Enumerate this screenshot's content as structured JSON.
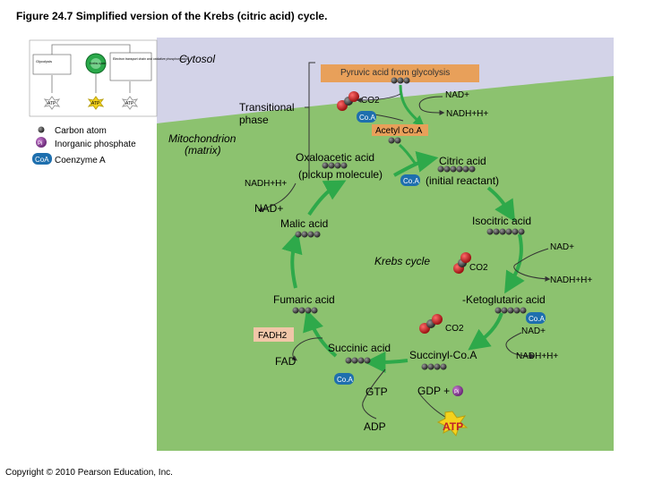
{
  "figure": {
    "title": "Figure 24.7 Simplified version of the Krebs (citric acid) cycle.",
    "copyright": "Copyright © 2010 Pearson Education, Inc."
  },
  "legend": {
    "carbon": "Carbon atom",
    "phosphate": "Inorganic phosphate",
    "coenzyme": "Coenzyme A",
    "pi_symbol": "Pi",
    "coa_symbol": "CoA"
  },
  "regions": {
    "cytosol": "Cytosol",
    "mito_line1": "Mitochondrion",
    "mito_line2": "(matrix)"
  },
  "transitional": {
    "line1": "Transitional",
    "line2": "phase",
    "pyruvic": "Pyruvic acid from glycolysis",
    "co2": "CO2",
    "nad": "NAD+",
    "nadh": "NADH+H+",
    "coa": "Co.A",
    "acetyl": "Acetyl Co.A"
  },
  "cycle": {
    "krebs": "Krebs cycle",
    "oxaloacetic": "Oxaloacetic acid",
    "pickup": "(pickup molecule)",
    "citric": "Citric acid",
    "initial": "(initial reactant)",
    "isocitric": "Isocitric acid",
    "malic": "Malic acid",
    "fumaric": "Fumaric acid",
    "ketoglutaric": "-Ketoglutaric acid",
    "succinic": "Succinic acid",
    "succinyl": "Succinyl-Co.A",
    "coa": "Co.A",
    "co2_a": "CO2",
    "co2_b": "CO2",
    "nadh_left": "NADH+H+",
    "nad_left": "NAD+",
    "nad_r1": "NAD+",
    "nadh_r1": "NADH+H+",
    "nad_r2": "NAD+",
    "nadh_r2": "NADH+H+",
    "fadh2": "FADH2",
    "fad": "FAD",
    "gtp": "GTP",
    "gdp": "GDP +",
    "adp": "ADP",
    "atp": "ATP"
  },
  "thumbnail": {
    "glycolysis": "Glycolysis",
    "krebs": "Krebs cycle",
    "etc": "Electron transport chain and oxidative phosphorylation",
    "atp": "ATP"
  },
  "colors": {
    "cytoplasm": "#d3d3e8",
    "matrix": "#8cc26f",
    "arrow": "#2ea94a",
    "carbon": "#3a3a3a",
    "coa": "#1e6fae",
    "pyruvic_box": "#e8a05a",
    "fadh2_box": "#f1c6a8",
    "atp_star": "#f5d21c",
    "co2_red": "#c0202a"
  }
}
